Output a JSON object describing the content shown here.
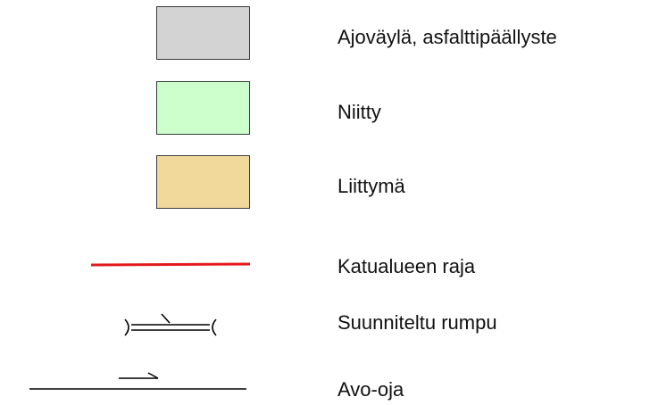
{
  "legend": {
    "items": [
      {
        "label": "Ajoväylä, asfalttipäällyste",
        "symbol": "fill-swatch",
        "fill": "#d3d3d3"
      },
      {
        "label": "Niitty",
        "symbol": "fill-swatch",
        "fill": "#ccffcc"
      },
      {
        "label": "Liittymä",
        "symbol": "fill-swatch",
        "fill": "#f0d99a"
      },
      {
        "label": "Katualueen raja",
        "symbol": "line",
        "stroke": "#e31a1c"
      },
      {
        "label": "Suunniteltu rumpu",
        "symbol": "culvert-icon",
        "stroke": "#000000"
      },
      {
        "label": "Avo-oja",
        "symbol": "ditch-line-with-arrow",
        "stroke": "#000000"
      }
    ]
  }
}
